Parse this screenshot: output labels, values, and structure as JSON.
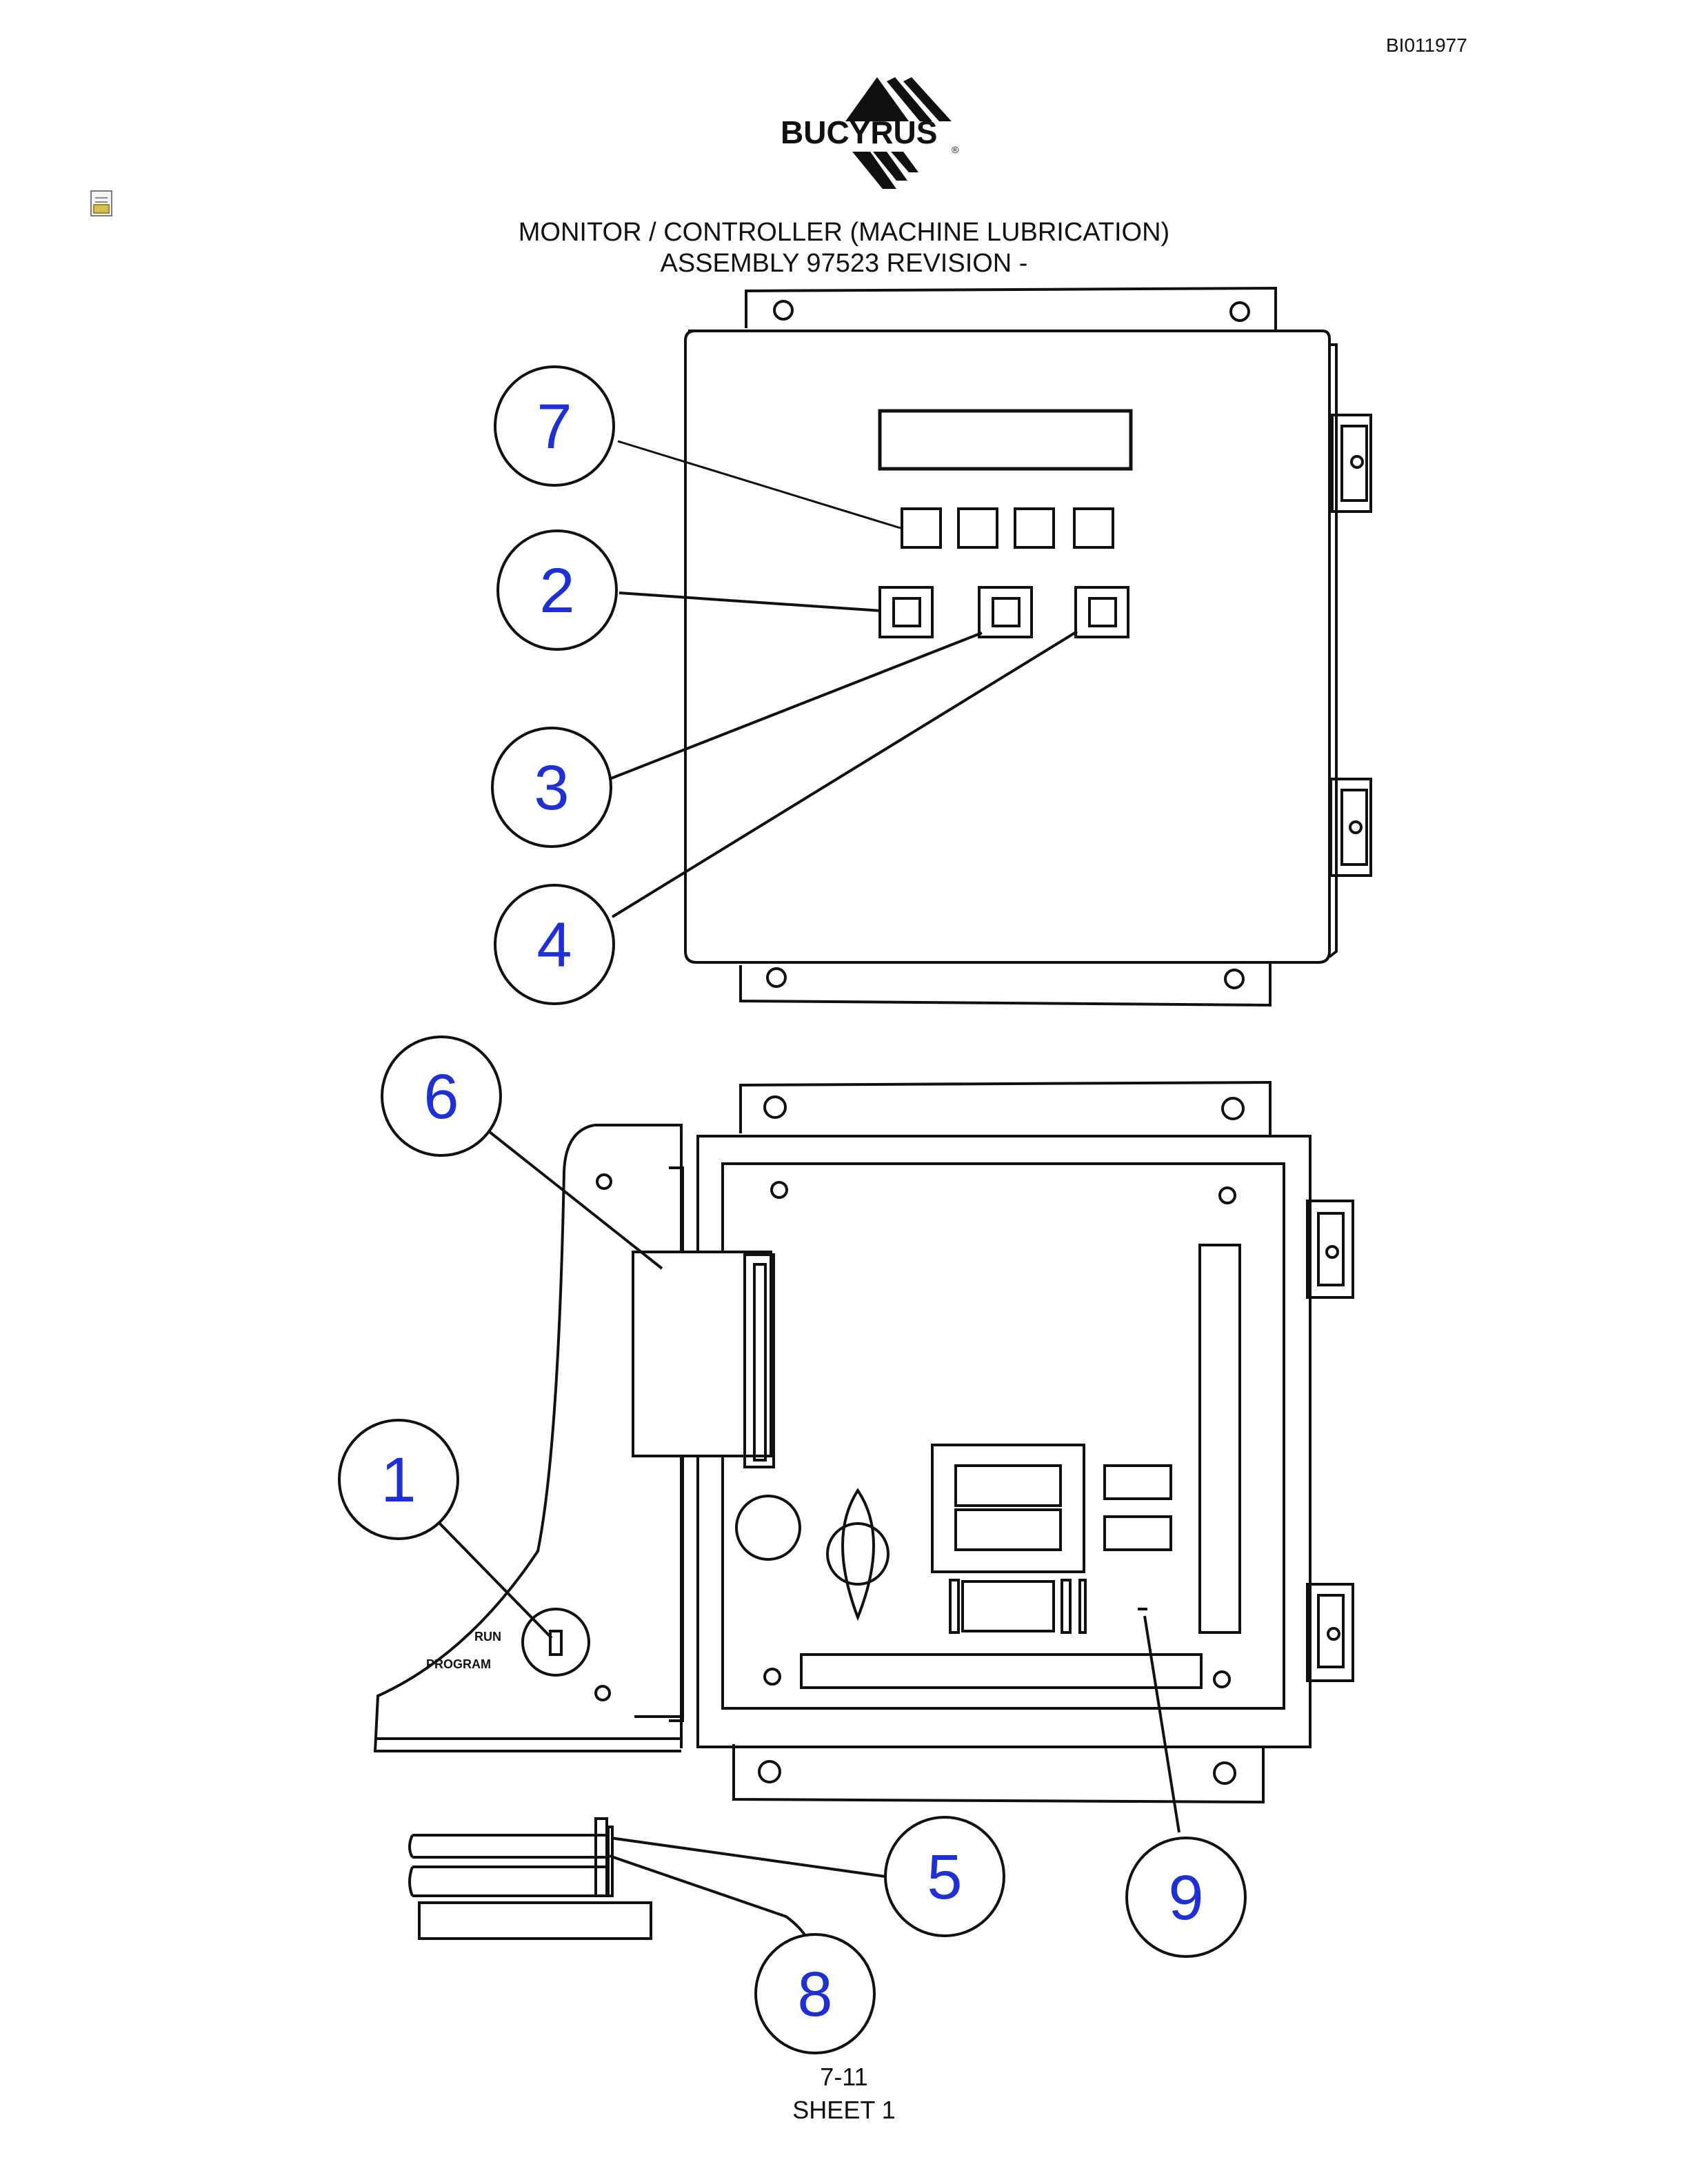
{
  "header": {
    "doc_id": "BI011977",
    "brand": "BUCYRUS",
    "registered_mark": "®",
    "title_line1": "MONITOR / CONTROLLER (MACHINE LUBRICATION)",
    "title_line2": "ASSEMBLY 97523 REVISION -"
  },
  "icons": {
    "document": "document-icon"
  },
  "panel": {
    "label_top": "RUN",
    "label_bottom": "PROGRAM"
  },
  "callouts": [
    "7",
    "2",
    "3",
    "4",
    "6",
    "1",
    "5",
    "8",
    "9"
  ],
  "footer": {
    "page": "7-11",
    "sheet": "SHEET 1"
  },
  "colors": {
    "callout_text": "#1f2fd6",
    "line": "#111111",
    "background": "#ffffff"
  }
}
